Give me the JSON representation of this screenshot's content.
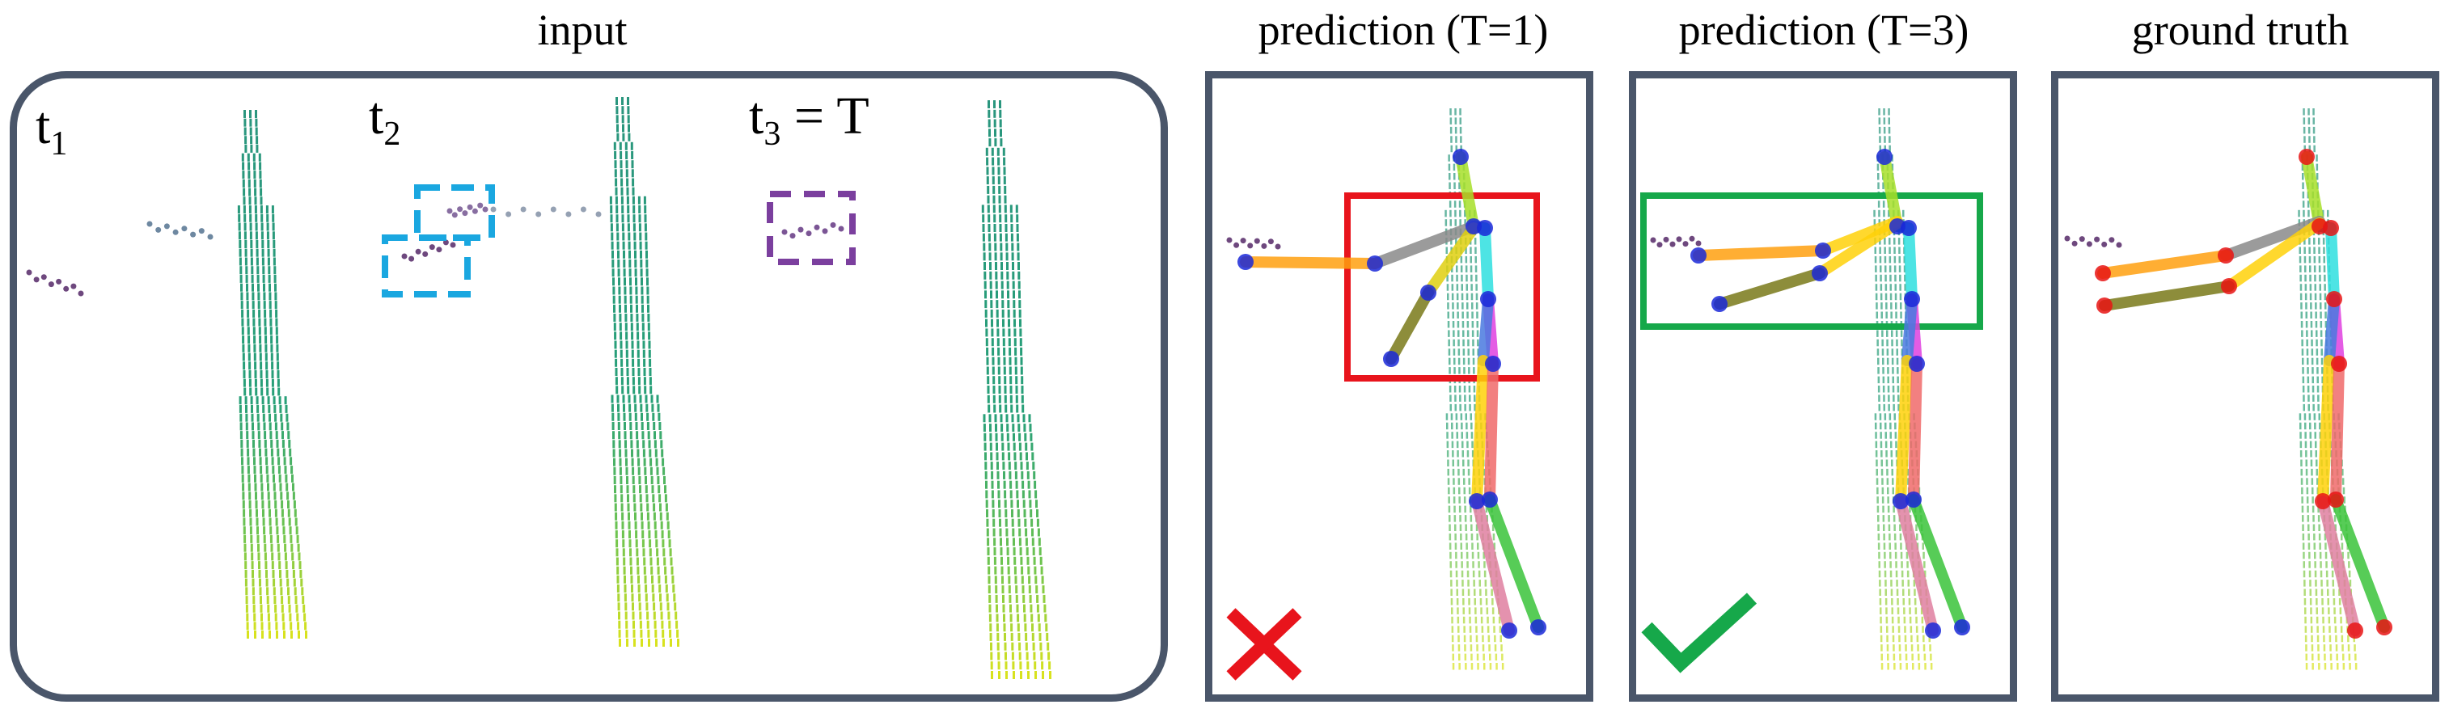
{
  "titles": {
    "input": "input",
    "pred1": "prediction (T=1)",
    "pred3": "prediction (T=3)",
    "gt": "ground truth"
  },
  "time_labels": {
    "t1_base": "t",
    "t1_sub": "1",
    "t2_base": "t",
    "t2_sub": "2",
    "t3_base": "t",
    "t3_sub": "3",
    "t3_suffix": " = T"
  },
  "colors": {
    "panel_border": "#4a566a",
    "wrong_mark": "#e8141c",
    "correct_mark": "#16a84a",
    "highlight_wrong_box": "#e8141c",
    "highlight_correct_box": "#16a84a",
    "t2_boxes": "#1aa7e0",
    "t3_box": "#7b3f9e",
    "joint_pred": "#1a28d8",
    "joint_gt": "#e81414"
  },
  "icons": {
    "wrong": "cross-icon",
    "correct": "checkmark-icon"
  }
}
